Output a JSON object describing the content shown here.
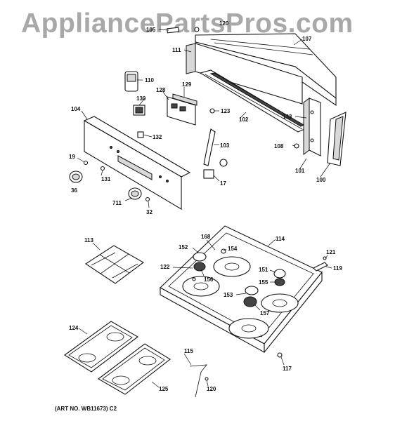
{
  "watermark": "AppliancePartsPros.com",
  "caption": "(ART NO. WB11673) C2",
  "part_numbers": {
    "p105": "105",
    "p120top": "120",
    "p107": "107",
    "p111": "111",
    "p110": "110",
    "p129": "129",
    "p128": "128",
    "p130": "130",
    "p104": "104",
    "p123": "123",
    "p102": "102",
    "p133": "133",
    "p132": "132",
    "p108": "108",
    "p103": "103",
    "p19": "19",
    "p131": "131",
    "p101": "101",
    "p100": "100",
    "p36": "36",
    "p17": "17",
    "p711": "711",
    "p32": "32",
    "p113": "113",
    "p168": "168",
    "p114": "114",
    "p152": "152",
    "p154": "154",
    "p121": "121",
    "p122": "122",
    "p156": "156",
    "p151": "151",
    "p119": "119",
    "p155": "155",
    "p153": "153",
    "p157": "157",
    "p124": "124",
    "p115": "115",
    "p117": "117",
    "p125": "125",
    "p120": "120"
  }
}
